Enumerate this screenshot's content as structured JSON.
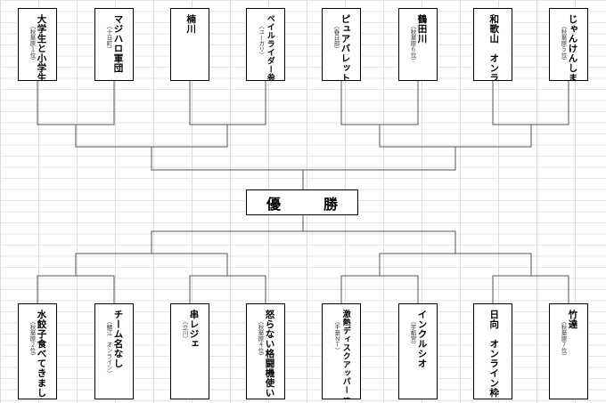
{
  "champion_label": "優　勝",
  "top_teams": [
    {
      "name": "大学生と小学生",
      "sub": "（秋葉原１位）"
    },
    {
      "name": "マジハロ軍団",
      "sub": "（十日町）"
    },
    {
      "name": "楠川",
      "sub": ""
    },
    {
      "name": "ベイルライダー参戦はよ！",
      "sub": "（ユーカリ）"
    },
    {
      "name": "ピュアバレット",
      "sub": "（春日部）"
    },
    {
      "name": "鶴田川",
      "sub": "（秋葉原６位）"
    },
    {
      "name": "和歌山　オンライン枠",
      "sub": ""
    },
    {
      "name": "じゃんけんします？",
      "sub": "（秋葉原５位）"
    }
  ],
  "bottom_teams": [
    {
      "name": "水餃子食べてきました",
      "sub": "（秋葉原２位）"
    },
    {
      "name": "チーム名なし",
      "sub": "（鯖江　オンライン）"
    },
    {
      "name": "串レジェ",
      "sub": "（立川）"
    },
    {
      "name": "怒らない格闘機使い",
      "sub": "（秋葉原４位）"
    },
    {
      "name": "激熱ディスクアッパー 湊原",
      "sub": "（千葉ＮＴ）"
    },
    {
      "name": "インクルシオ",
      "sub": "（宇都宮）"
    },
    {
      "name": "日向　オンライン枠",
      "sub": ""
    },
    {
      "name": "竹達",
      "sub": "（秋葉原７位）"
    }
  ]
}
